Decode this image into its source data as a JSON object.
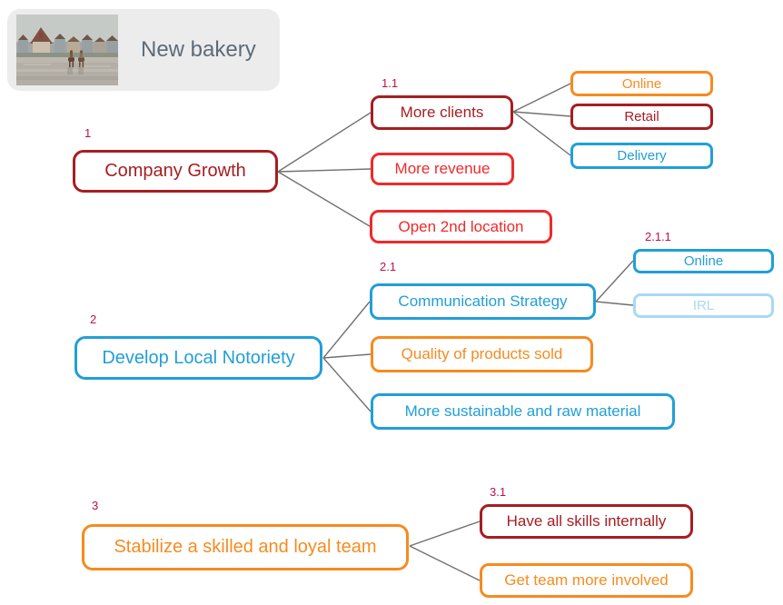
{
  "palette": {
    "darkred": "#A61E22",
    "red": "#EE2A2B",
    "orange": "#F68B1F",
    "blue": "#219FD7",
    "lightblue": "#A9D9F3",
    "crimson": "#BE1147",
    "line": "#707070",
    "headerbg": "#ECECEC",
    "headertext": "#5D6B79"
  },
  "header": {
    "title": "New bakery",
    "thumbnail": "beach-town-with-horse-riders-photo"
  },
  "nodes": {
    "company_growth": {
      "number": "1",
      "label": "Company Growth"
    },
    "more_clients": {
      "number": "1.1",
      "label": "More clients"
    },
    "more_revenue": {
      "label": "More revenue"
    },
    "open_2nd_location": {
      "label": "Open 2nd location"
    },
    "online_sales": {
      "label": "Online"
    },
    "retail": {
      "label": "Retail"
    },
    "delivery": {
      "label": "Delivery"
    },
    "develop_local_notoriety": {
      "number": "2",
      "label": "Develop Local Notoriety"
    },
    "communication_strategy": {
      "number": "2.1",
      "label": "Communication Strategy"
    },
    "quality_of_products": {
      "label": "Quality of products sold"
    },
    "sustainable_material": {
      "label": "More sustainable and raw material"
    },
    "online_communication": {
      "number": "2.1.1",
      "label": "Online"
    },
    "irl": {
      "label": "IRL"
    },
    "stabilize_team": {
      "number": "3",
      "label": "Stabilize a skilled and loyal team"
    },
    "skills_internally": {
      "number": "3.1",
      "label": "Have all skills internally"
    },
    "team_involved": {
      "label": "Get team more involved"
    }
  }
}
